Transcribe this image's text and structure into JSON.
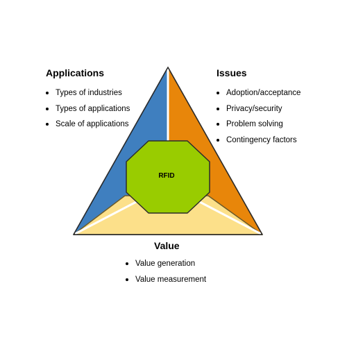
{
  "diagram": {
    "center": {
      "label": "RFID",
      "color": "#99cc00"
    },
    "applications": {
      "heading": "Applications",
      "color": "#3f7fbf",
      "items": [
        "Types of industries",
        "Types of applications",
        "Scale of applications"
      ]
    },
    "issues": {
      "heading": "Issues",
      "color": "#e8860a",
      "items": [
        "Adoption/acceptance",
        "Privacy/security",
        "Problem solving",
        "Contingency factors"
      ]
    },
    "value": {
      "heading": "Value",
      "color": "#fce08a",
      "items": [
        "Value generation",
        "Value measurement"
      ]
    }
  }
}
